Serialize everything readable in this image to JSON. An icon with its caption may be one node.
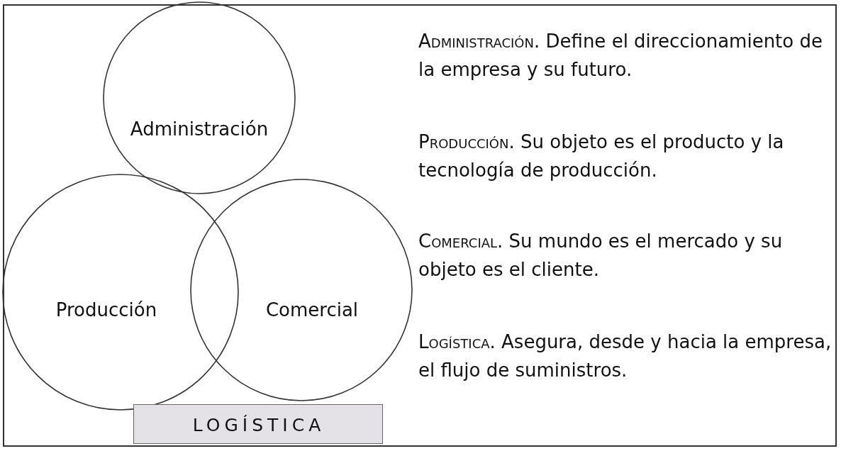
{
  "diagram": {
    "nodes": [
      {
        "text": [
          "Administración"
        ]
      },
      {
        "text": [
          "Producción"
        ]
      },
      {
        "text": [
          "Comercial"
        ]
      },
      {
        "text": [
          "LOGÍSTICA"
        ]
      }
    ],
    "labels": [
      "Administración. Define el direccionamiento de la empresa y su futuro.",
      "Producción. Su objeto es el producto y la tecnología de producción.",
      "Comercial. Su mundo es el mercado y su objeto es el cliente.",
      "Logística. Asegura, desde y hacia la empresa, el flujo de suministros."
    ]
  }
}
